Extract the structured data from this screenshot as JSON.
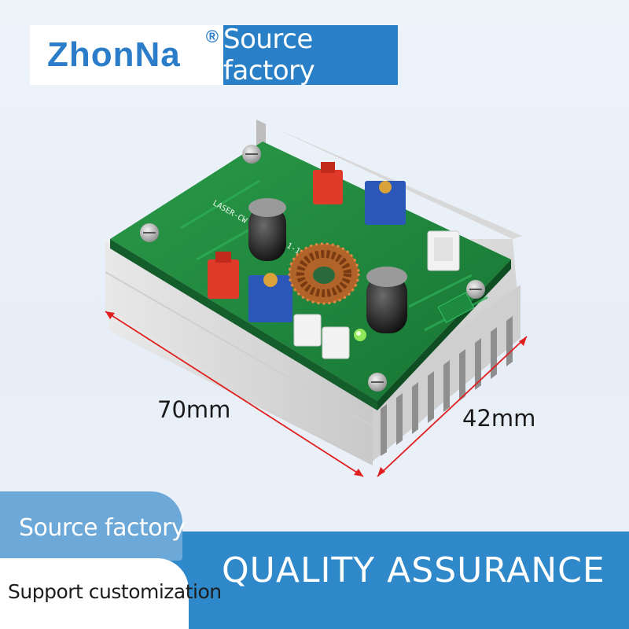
{
  "brand": {
    "name": "ZhonNa",
    "registered": "®",
    "tagline": "Source factory"
  },
  "dimensions": {
    "length": "70mm",
    "width": "42mm"
  },
  "bottom": {
    "pill_top": "Source factory",
    "pill_bottom": "Support customization",
    "headline": "QUALITY ASSURANCE"
  },
  "colors": {
    "brand_blue": "#2b7dc9",
    "band_blue": "#2e88c9",
    "pill_blue": "#6da9d8",
    "pcb_green": "#1f8a3e"
  }
}
